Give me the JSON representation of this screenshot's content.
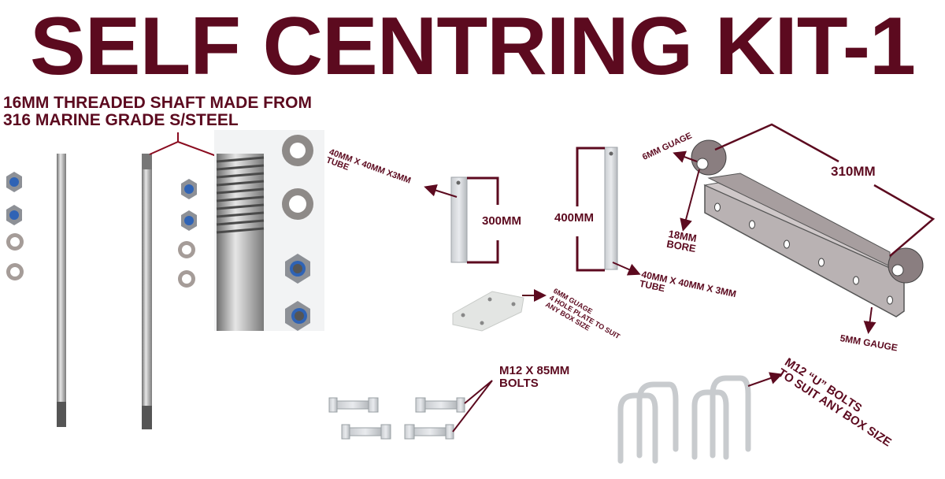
{
  "title": "SELF CENTRING KIT-1",
  "colors": {
    "label": "#5c0a1f",
    "steel": "#b8b8b8",
    "nut_insert": "#2f63b5",
    "bracket": "#8a7e80"
  },
  "labels": {
    "shaft_line1": "16MM THREADED SHAFT MADE FROM",
    "shaft_line2": "316 MARINE GRADE S/STEEL",
    "tube_short_spec_line1": "40MM X 40MM X3MM",
    "tube_short_spec_line2": "TUBE",
    "tube_short_length": "300MM",
    "tube_long_length": "400MM",
    "tube_long_spec_line1": "40MM X 40MM X 3MM",
    "tube_long_spec_line2": "TUBE",
    "plate_line1": "6MM GUAGE",
    "plate_line2": "4 HOLE PLATE TO SUIT",
    "plate_line3": "ANY BOX SIZE",
    "bracket_gauge": "6MM GUAGE",
    "bracket_bore_line1": "18MM",
    "bracket_bore_line2": "BORE",
    "bracket_length": "310MM",
    "bracket_channel_gauge": "5MM GAUGE",
    "bolts_line1": "M12 X 85MM",
    "bolts_line2": "BOLTS",
    "ubolts_line1": "M12 “U” BOLTS",
    "ubolts_line2": "TO SUIT ANY BOX SIZE"
  },
  "components": [
    {
      "name": "threaded-shaft",
      "count": 2
    },
    {
      "name": "nyloc-nut",
      "count": 4
    },
    {
      "name": "washer",
      "count": 4
    },
    {
      "name": "square-tube-300mm",
      "count": 1
    },
    {
      "name": "square-tube-400mm",
      "count": 1
    },
    {
      "name": "4-hole-plate",
      "count": 1
    },
    {
      "name": "channel-bracket-310mm",
      "count": 1
    },
    {
      "name": "m12-bolt",
      "count": 4
    },
    {
      "name": "u-bolt",
      "count": 4
    }
  ]
}
